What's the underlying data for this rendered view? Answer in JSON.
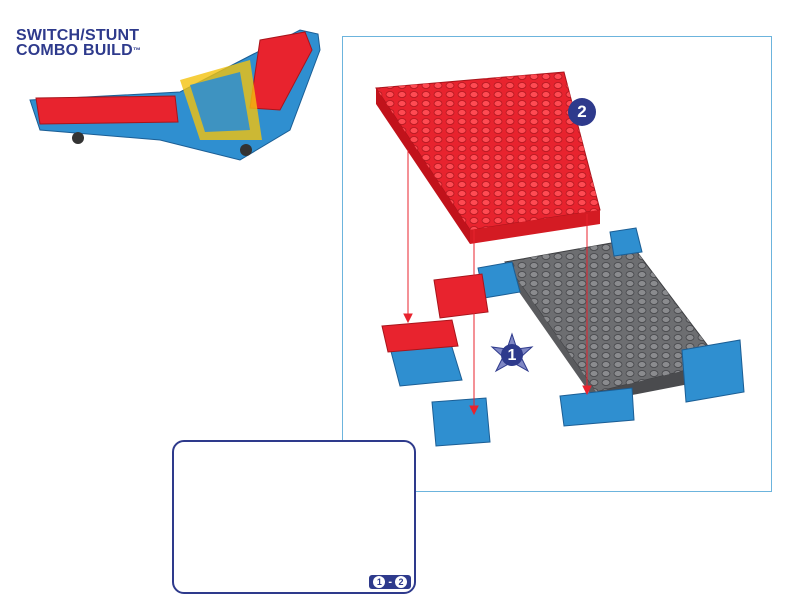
{
  "title": {
    "line1": "SWITCH/STUNT",
    "line2": "COMBO BUILD",
    "tm": "™"
  },
  "steps": {
    "step1": "1",
    "step2": "2"
  },
  "inset": {
    "from": "1",
    "separator": "-",
    "to": "2"
  },
  "colors": {
    "navy": "#2e3a8c",
    "brick_red": "#e8232e",
    "brick_blue": "#2f8fd0",
    "brick_gray": "#6d6e71",
    "frame": "#6cb4dd"
  },
  "icons": [
    "star-badge-icon",
    "circle-badge-icon",
    "build-arrow-icon"
  ]
}
